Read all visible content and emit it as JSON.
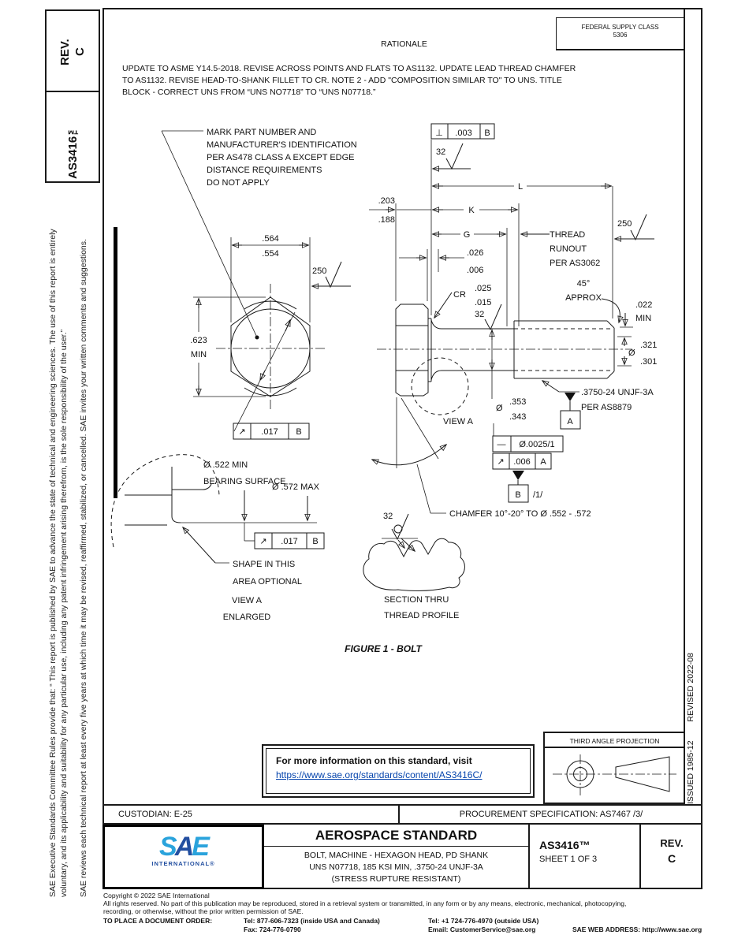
{
  "header": {
    "rev_label": "REV.",
    "rev_value": "C",
    "doc_side_label": "AS3416™",
    "fsc_label": "FEDERAL SUPPLY CLASS",
    "fsc_value": "5306",
    "rationale_title": "RATIONALE",
    "rationale_lines": [
      "UPDATE TO ASME Y14.5-2018. REVISE ACROSS POINTS AND FLATS TO AS1132. UPDATE LEAD THREAD CHAMFER",
      "TO AS1132. REVISE HEAD-TO-SHANK FILLET TO CR. NOTE 2 - ADD \"COMPOSITION SIMILAR TO\" TO UNS. TITLE",
      "BLOCK - CORRECT UNS FROM “UNS NO7718” TO “UNS N07718.”"
    ]
  },
  "sidebar": {
    "para1": "SAE Executive Standards Committee Rules provide that: “ This report is published by SAE to advance the state of technical and engineering sciences. The use of this report is entirely voluntary, and its applicability and suitability for any particular use, including any patent infringement arising therefrom, is the sole responsibility of the user.”",
    "para2": "SAE reviews each technical report at least every five years at which time it may be revised, reaffirmed, stabilized, or cancelled. SAE invites your written comments and suggestions."
  },
  "right_margin": {
    "issued": "ISSUED 1985-12",
    "revised": "REVISED 2022-08"
  },
  "figure": {
    "caption": "FIGURE 1 - BOLT",
    "note_mark": [
      "MARK PART NUMBER AND",
      "MANUFACTURER'S IDENTIFICATION",
      "PER AS478 CLASS A EXCEPT EDGE",
      "DISTANCE REQUIREMENTS",
      "DO NOT APPLY"
    ],
    "finish_32": "32",
    "finish_250": "250",
    "dim_L": "L",
    "dim_K": "K",
    "dim_G": "G",
    "dim_203": ".203",
    "dim_188": ".188",
    "dim_026": ".026",
    "dim_006": ".006",
    "cr": "CR",
    "dim_025": ".025",
    "dim_015": ".015",
    "runout_note": [
      "THREAD",
      "RUNOUT",
      "PER AS3062"
    ],
    "deg45": "45°",
    "approx": "APPROX",
    "dim_022": ".022",
    "min": "MIN",
    "dia": "Ø",
    "dim_321": ".321",
    "dim_301": ".301",
    "dim_353": ".353",
    "dim_343": ".343",
    "fcf_perp": {
      "sym": "⊥",
      "tol": ".003",
      "datum": "B"
    },
    "fcf_straight": {
      "sym": "—",
      "tol": "Ø.0025/1"
    },
    "fcf_runout006": {
      "sym": "↗",
      "tol": ".006",
      "datum": "A"
    },
    "fcf_runout017": {
      "sym": "↗",
      "tol": ".017",
      "datum": "B"
    },
    "datum_a": "A",
    "datum_b": "B",
    "flagnote": "/1/",
    "thread_spec": [
      ".3750-24 UNJF-3A",
      "PER AS8879"
    ],
    "view_a": "VIEW A",
    "chamfer_note": "CHAMFER 10°-20° TO Ø .552 - .572",
    "section_note": [
      "SECTION THRU",
      "THREAD PROFILE"
    ],
    "dim_564": ".564",
    "dim_554": ".554",
    "dim_623": ".623",
    "bearing_note": [
      "Ø .522 MIN",
      "BEARING SURFACE"
    ],
    "dia_572": "Ø .572 MAX",
    "shape_note": [
      "SHAPE IN THIS",
      "AREA OPTIONAL"
    ],
    "view_a_enlarged": [
      "VIEW A",
      "ENLARGED"
    ]
  },
  "info_box": {
    "line1": "For more information on this standard, visit",
    "link": "https://www.sae.org/standards/content/AS3416C/"
  },
  "projection": {
    "label": "THIRD ANGLE PROJECTION"
  },
  "rows": {
    "custodian": "CUSTODIAN: E-25",
    "procurement": "PROCUREMENT SPECIFICATION: AS7467 /3/"
  },
  "title_block": {
    "standard_type": "AEROSPACE STANDARD",
    "title_line1": "BOLT, MACHINE - HEXAGON HEAD, PD SHANK",
    "title_line2": "UNS N07718, 185 KSI MIN, .3750-24 UNJF-3A",
    "title_line3": "(STRESS RUPTURE RESISTANT)",
    "doc_number": "AS3416™",
    "sheet": "SHEET 1 OF 3",
    "rev_label": "REV.",
    "rev_value": "C",
    "logo_s": "S",
    "logo_a": "A",
    "logo_e": "E",
    "logo_sub": "INTERNATIONAL®"
  },
  "footer": {
    "copyright": "Copyright © 2022 SAE International",
    "rights1": "All rights reserved. No part of this publication may be reproduced, stored in a retrieval system or transmitted, in any form or by any means, electronic, mechanical, photocopying,",
    "rights2": "recording, or otherwise, without the prior written permission of SAE.",
    "order_label": "TO PLACE A DOCUMENT ORDER:",
    "tel1": "Tel: 877-606-7323 (inside USA and Canada)",
    "tel2": "Tel: +1 724-776-4970 (outside USA)",
    "fax": "Fax: 724-776-0790",
    "email": "Email: CustomerService@sae.org",
    "web": "SAE WEB ADDRESS: http://www.sae.org"
  }
}
